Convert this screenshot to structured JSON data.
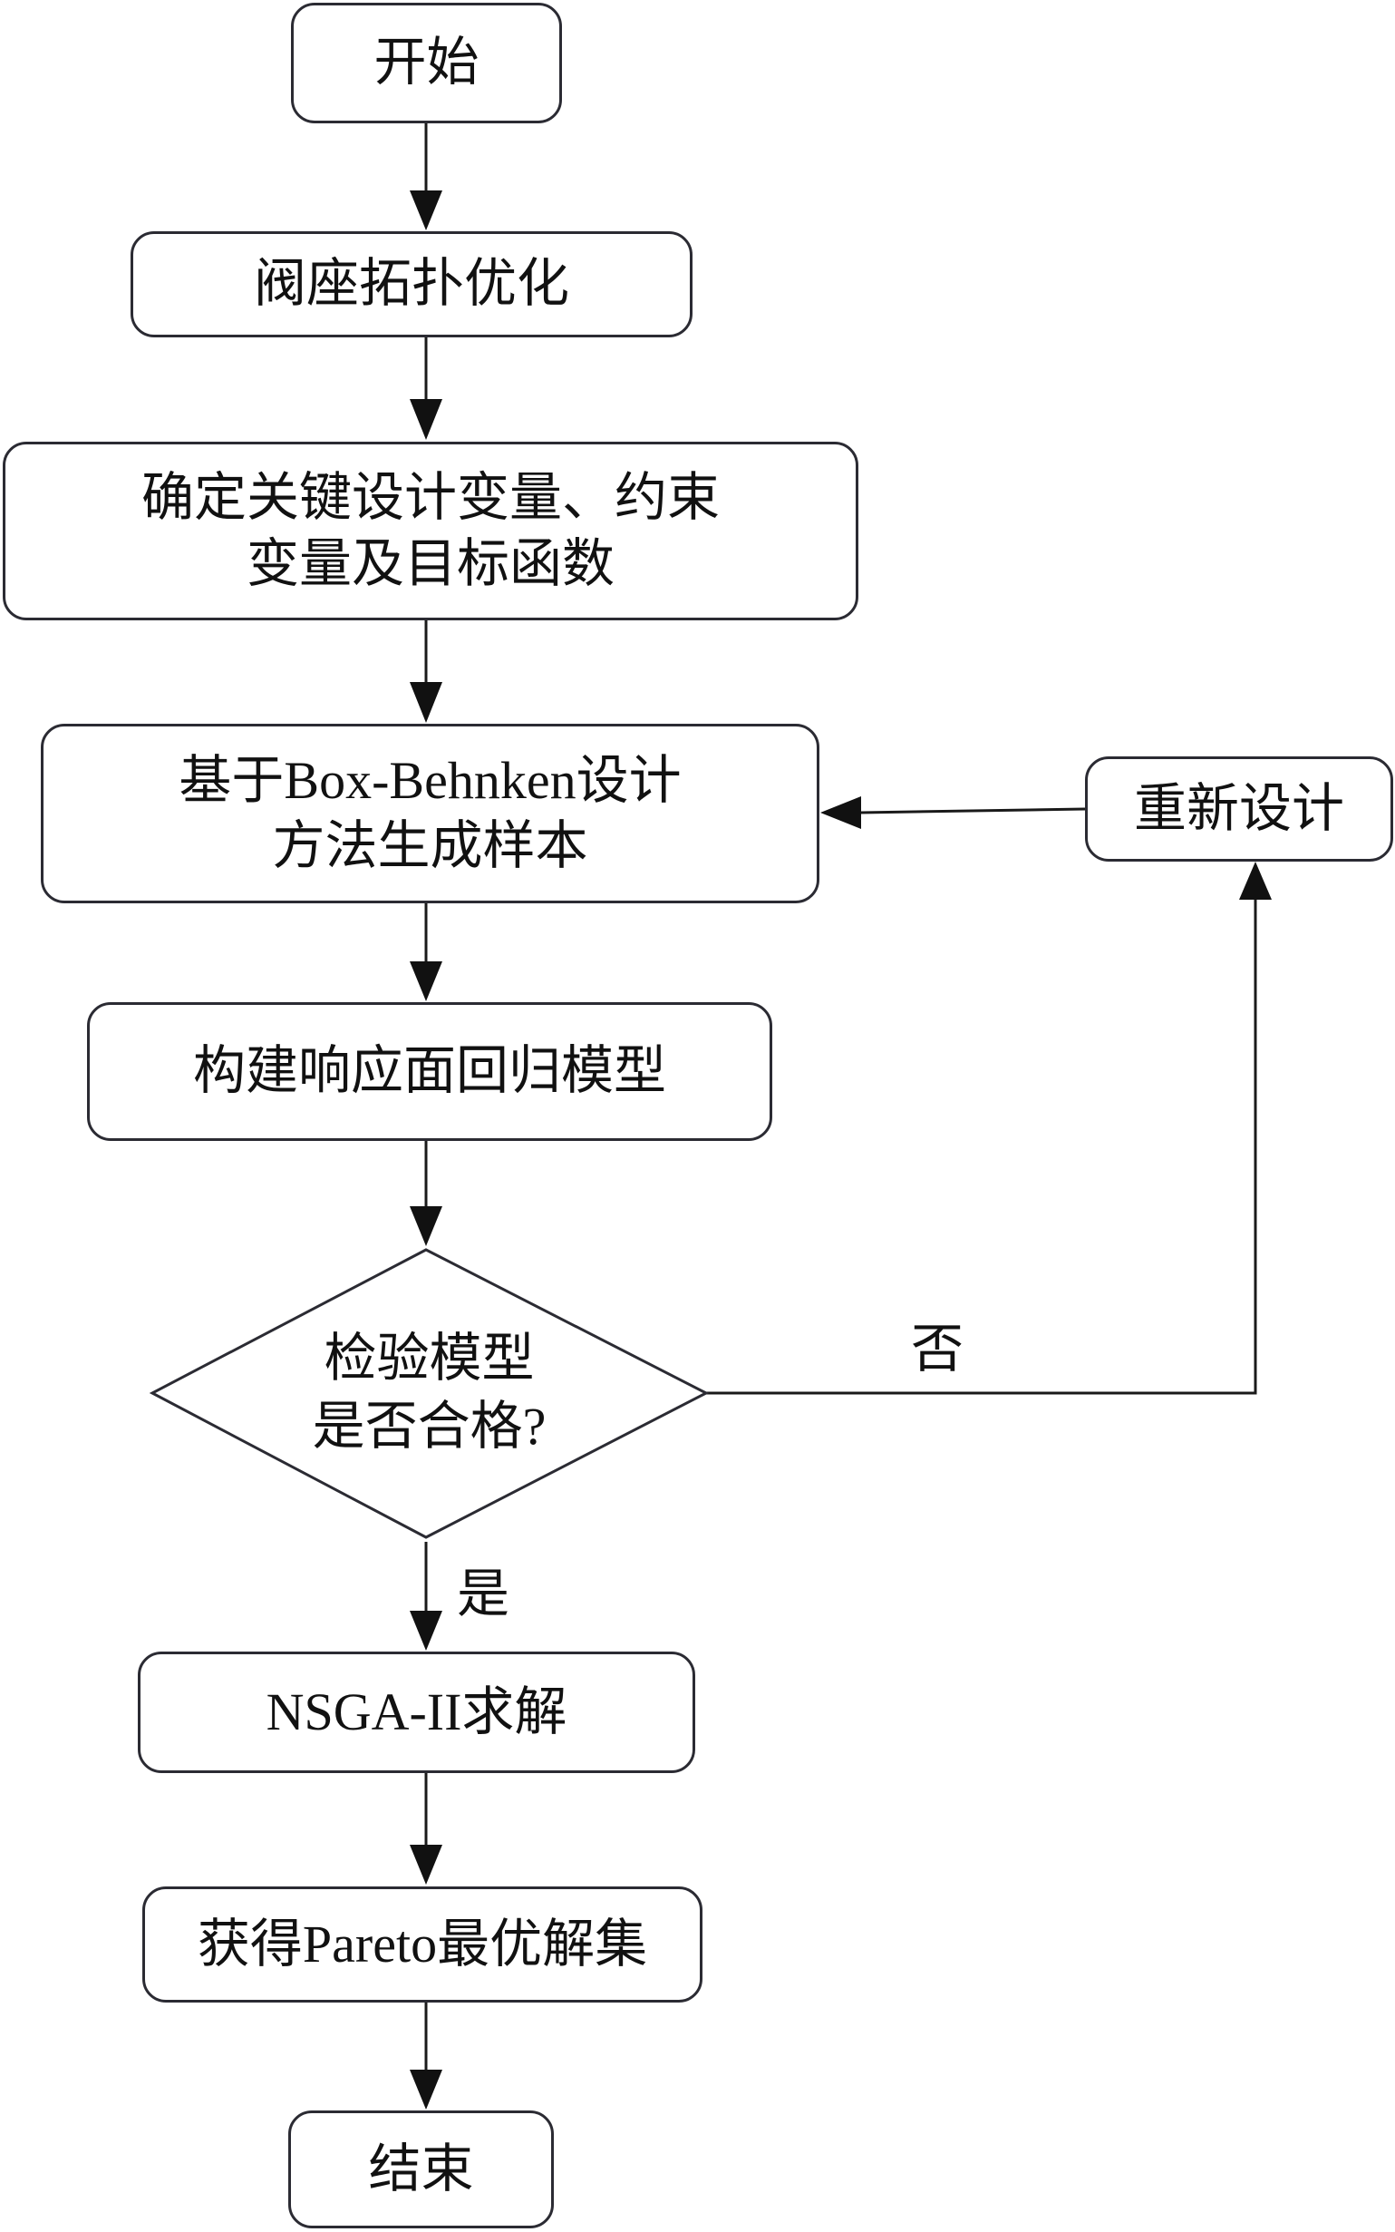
{
  "flowchart": {
    "start": "开始",
    "topology": "阀座拓扑优化",
    "define": [
      "确定关键设计变量、约束",
      "变量及目标函数"
    ],
    "bbd": [
      "基于Box-Behnken设计",
      "方法生成样本"
    ],
    "redesign": "重新设计",
    "rsm": "构建响应面回归模型",
    "decision": [
      "检验模型",
      "是否合格?"
    ],
    "no_label": "否",
    "yes_label": "是",
    "nsga": "NSGA-II求解",
    "pareto": "获得Pareto最优解集",
    "end": "结束"
  }
}
